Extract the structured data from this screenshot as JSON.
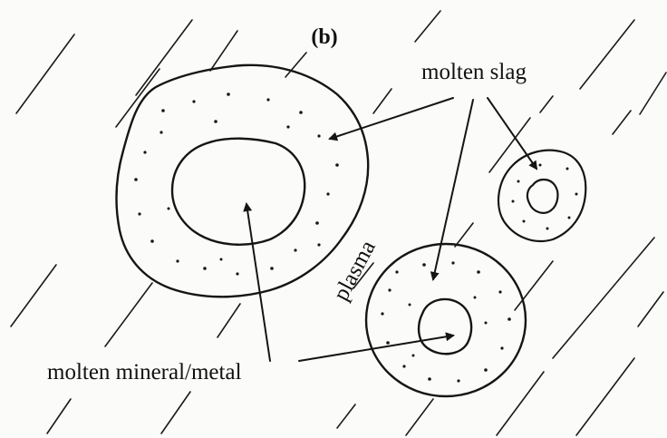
{
  "figure_label": "(b)",
  "labels": {
    "slag": "molten slag",
    "mineral": "molten mineral/metal",
    "medium": "plasma"
  },
  "colors": {
    "ink": "#151515",
    "background": "#fbfbf9",
    "hatch": "#1a1a1a"
  }
}
